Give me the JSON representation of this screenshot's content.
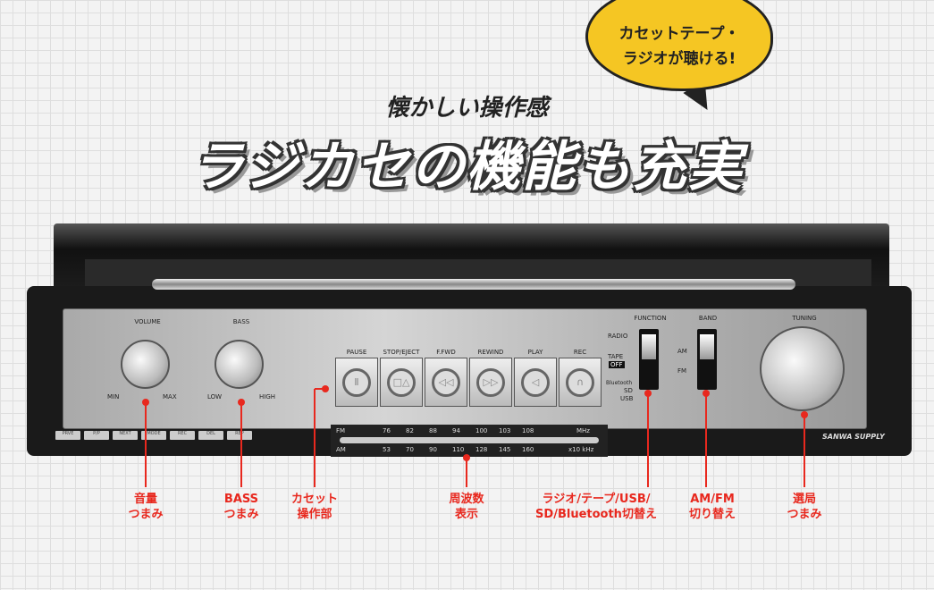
{
  "bubble": {
    "line1": "カセットテープ・",
    "line2": "ラジオが聴ける!"
  },
  "headline": {
    "sub": "懐かしい操作感",
    "main": "ラジカセの機能も充実"
  },
  "device": {
    "knobs": {
      "volume": "VOLUME",
      "volume_min": "MIN",
      "volume_max": "MAX",
      "bass": "BASS",
      "bass_low": "LOW",
      "bass_high": "HIGH",
      "tuning": "TUNING"
    },
    "cassette_buttons": [
      "PAUSE",
      "STOP/EJECT",
      "F.FWD",
      "REWIND",
      "PLAY",
      "REC"
    ],
    "cassette_icons": [
      "Ⅱ",
      "□△",
      "◁◁",
      "▷▷",
      "◁",
      "∩"
    ],
    "small_buttons": [
      "PRVE",
      "P/P",
      "NEXT",
      "MODE",
      "REC",
      "DEL",
      "REP"
    ],
    "dial": {
      "fm_label": "FM",
      "fm": [
        "76",
        "82",
        "88",
        "94",
        "100",
        "103",
        "108"
      ],
      "fm_unit": "MHz",
      "am_label": "AM",
      "am": [
        "53",
        "70",
        "90",
        "110",
        "128",
        "145",
        "160"
      ],
      "am_unit": "x10 kHz"
    },
    "function": {
      "title": "FUNCTION",
      "radio": "RADIO",
      "tape": "TAPE",
      "off": "OFF",
      "bt": "Bluetooth",
      "sd": "SD",
      "usb": "USB"
    },
    "band": {
      "title": "BAND",
      "am": "AM",
      "fm": "FM"
    },
    "brand": "SANWA SUPPLY"
  },
  "callouts": [
    {
      "l1": "音量",
      "l2": "つまみ"
    },
    {
      "l1": "BASS",
      "l2": "つまみ"
    },
    {
      "l1": "カセット",
      "l2": "操作部"
    },
    {
      "l1": "周波数",
      "l2": "表示"
    },
    {
      "l1": "ラジオ/テープ/USB/",
      "l2": "SD/Bluetooth切替え"
    },
    {
      "l1": "AM/FM",
      "l2": "切り替え"
    },
    {
      "l1": "選局",
      "l2": "つまみ"
    }
  ],
  "colors": {
    "accent": "#e8281e",
    "bubble": "#f5c623"
  }
}
